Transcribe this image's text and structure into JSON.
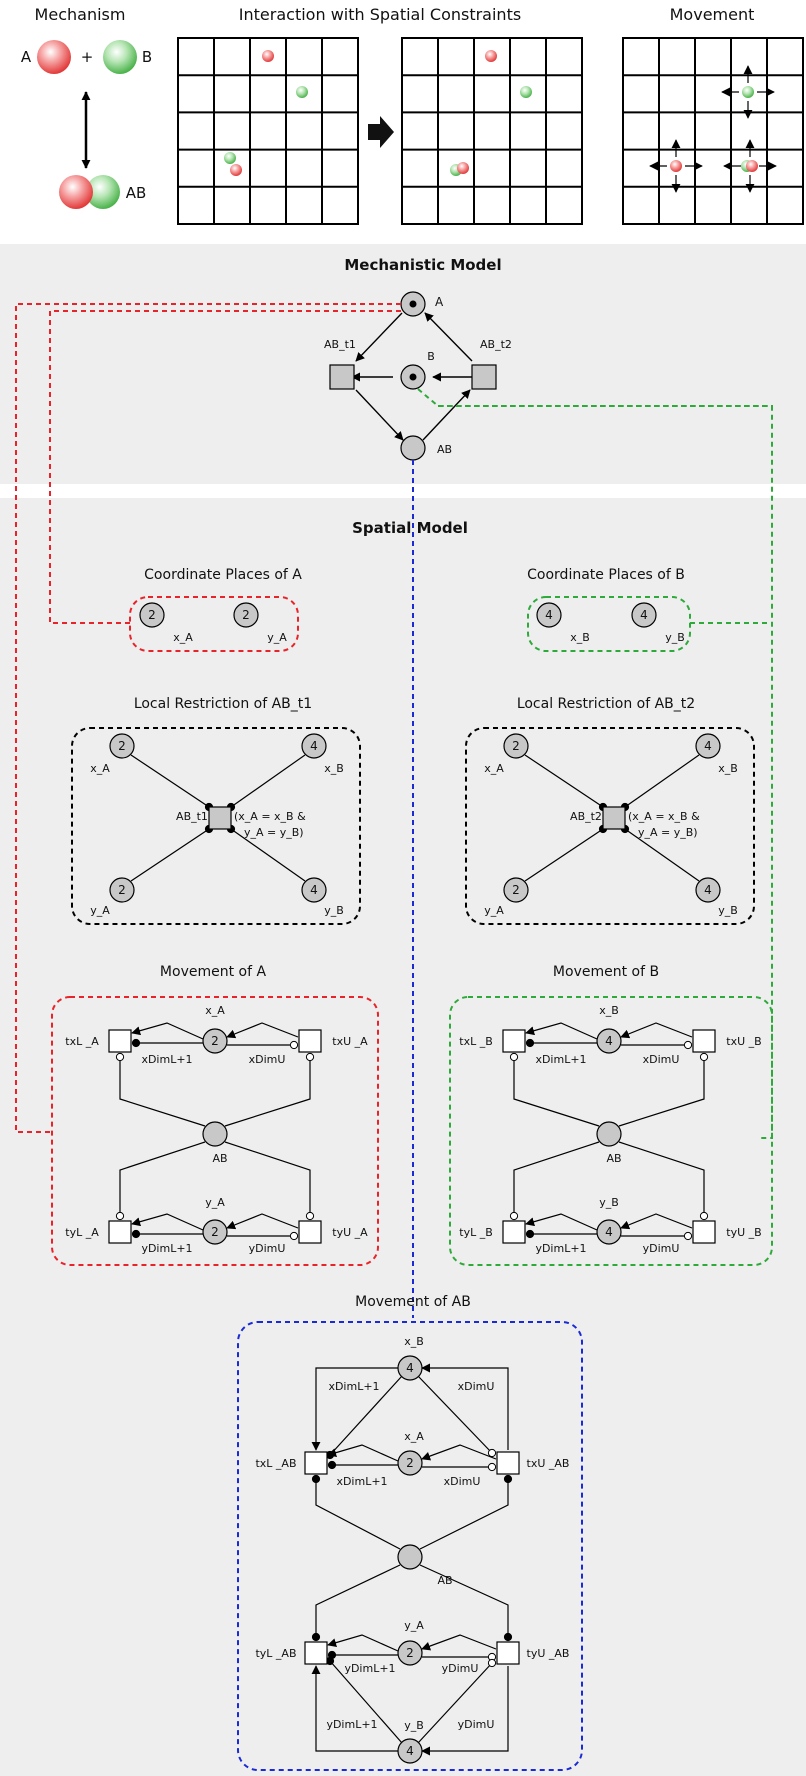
{
  "header": {
    "mechanism": "Mechanism",
    "interaction": "Interaction with Spatial Constraints",
    "movement": "Movement"
  },
  "mechanism": {
    "a": "A",
    "plus": "+",
    "b": "B",
    "ab": "AB"
  },
  "mechanistic": {
    "title": "Mechanistic Model",
    "place_a": "A",
    "place_b": "B",
    "place_ab": "AB",
    "t1": "AB_t1",
    "t2": "AB_t2"
  },
  "spatial": {
    "title": "Spatial Model"
  },
  "coord_a": {
    "title": "Coordinate Places of A",
    "x_label": "x_A",
    "y_label": "y_A",
    "x_tokens": "2",
    "y_tokens": "2"
  },
  "coord_b": {
    "title": "Coordinate Places of B",
    "x_label": "x_B",
    "y_label": "y_B",
    "x_tokens": "4",
    "y_tokens": "4"
  },
  "lr1": {
    "title": "Local Restriction of AB_t1",
    "trans": "AB_t1",
    "xa": "x_A",
    "xb": "x_B",
    "ya": "y_A",
    "yb": "y_B",
    "tl": "2",
    "tr": "4",
    "bl": "2",
    "br": "4",
    "guard1": "(x_A = x_B &",
    "guard2": "y_A = y_B)"
  },
  "lr2": {
    "title": "Local Restriction of AB_t2",
    "trans": "AB_t2",
    "xa": "x_A",
    "xb": "x_B",
    "ya": "y_A",
    "yb": "y_B",
    "tl": "2",
    "tr": "4",
    "bl": "2",
    "br": "4",
    "guard1": "(x_A = x_B &",
    "guard2": "y_A = y_B)"
  },
  "mov_a": {
    "title": "Movement of A",
    "x": "x_A",
    "y": "y_A",
    "xt": "2",
    "yt": "2",
    "txl": "txL _A",
    "txu": "txU _A",
    "tyl": "tyL _A",
    "tyu": "tyU _A",
    "xdl": "xDimL+1",
    "xdu": "xDimU",
    "ydl": "yDimL+1",
    "ydu": "yDimU",
    "ab": "AB"
  },
  "mov_b": {
    "title": "Movement of B",
    "x": "x_B",
    "y": "y_B",
    "xt": "4",
    "yt": "4",
    "txl": "txL _B",
    "txu": "txU _B",
    "tyl": "tyL _B",
    "tyu": "tyU _B",
    "xdl": "xDimL+1",
    "xdu": "xDimU",
    "ydl": "yDimL+1",
    "ydu": "yDimU",
    "ab": "AB"
  },
  "mov_ab": {
    "title": "Movement of AB",
    "xb": "x_B",
    "xa": "x_A",
    "ya": "y_A",
    "yb": "y_B",
    "xbt": "4",
    "xat": "2",
    "yat": "2",
    "ybt": "4",
    "txl": "txL _AB",
    "txu": "txU _AB",
    "tyl": "tyL _AB",
    "tyu": "tyU _AB",
    "xdl_top": "xDimL+1",
    "xdu_top": "xDimU",
    "xdl": "xDimL+1",
    "xdu": "xDimU",
    "ydl": "yDimL+1",
    "ydu": "yDimU",
    "ydl_bot": "yDimL+1",
    "ydu_bot": "yDimU",
    "ab": "AB"
  },
  "colors": {
    "red": "#e8242a",
    "green": "#2eaa3a",
    "blue": "#1a2ad6",
    "panel": "#eeeeee",
    "place": "#c8c8c8"
  }
}
